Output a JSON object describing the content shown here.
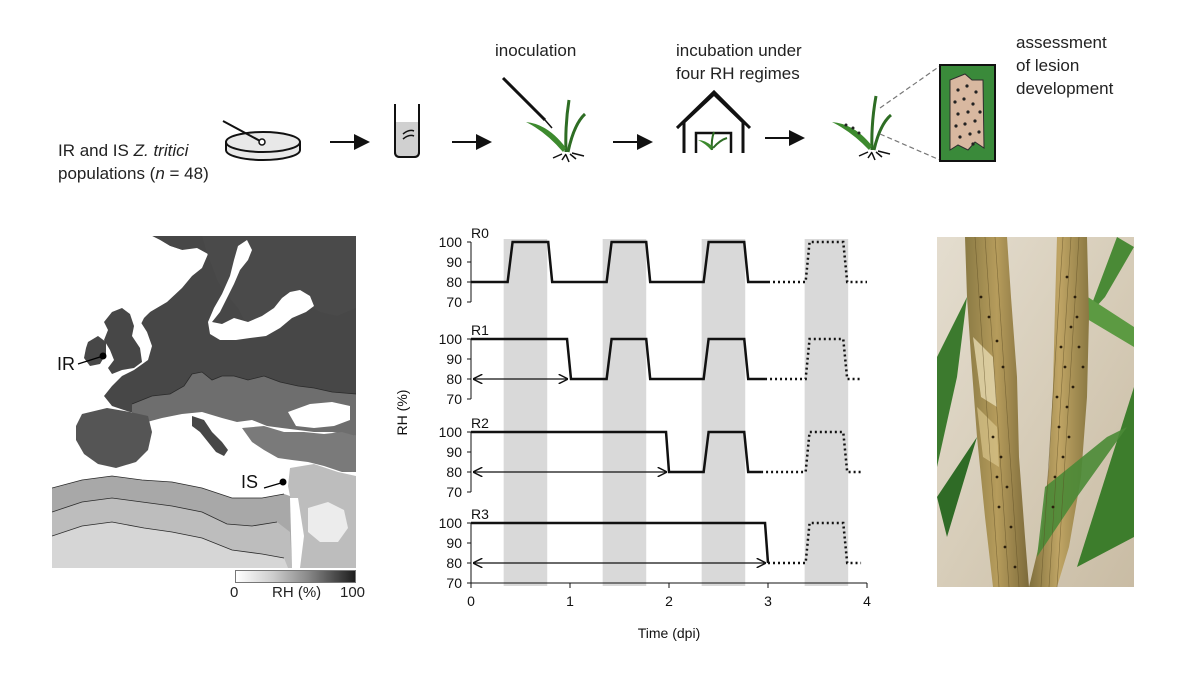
{
  "workflow": {
    "populations_line1_prefix": "IR and IS ",
    "populations_line1_italic": "Z. tritici",
    "populations_line2_prefix": "populations (",
    "populations_line2_italic": "n",
    "populations_line2_suffix": " = 48)",
    "inoculation": "inoculation",
    "incubation_line1": "incubation under",
    "incubation_line2": "four RH regimes",
    "assessment_line1": "assessment",
    "assessment_line2": "of lesion",
    "assessment_line3": "development"
  },
  "map": {
    "label_ir": "IR",
    "label_is": "IS",
    "scale_min": "0",
    "scale_label": "RH (%)",
    "scale_max": "100"
  },
  "chart_data": {
    "type": "line",
    "xlabel": "Time (dpi)",
    "ylabel": "RH (%)",
    "xlim": [
      0,
      4
    ],
    "x_ticks": [
      "0",
      "1",
      "2",
      "3",
      "4"
    ],
    "ylim": [
      70,
      100
    ],
    "y_ticks": [
      "100",
      "90",
      "80",
      "70"
    ],
    "shaded_periods": [
      [
        0.33,
        0.77
      ],
      [
        1.33,
        1.77
      ],
      [
        2.33,
        2.77
      ],
      [
        3.37,
        3.81
      ]
    ],
    "panels": [
      {
        "name": "R0",
        "solid": [
          [
            0,
            80
          ],
          [
            0.37,
            80
          ],
          [
            0.42,
            100
          ],
          [
            0.78,
            100
          ],
          [
            0.82,
            80
          ],
          [
            1.37,
            80
          ],
          [
            1.42,
            100
          ],
          [
            1.77,
            100
          ],
          [
            1.81,
            80
          ],
          [
            2.35,
            80
          ],
          [
            2.4,
            100
          ],
          [
            2.76,
            100
          ],
          [
            2.8,
            80
          ],
          [
            3.0,
            80
          ]
        ],
        "dotted": [
          [
            3.0,
            80
          ],
          [
            3.38,
            80
          ],
          [
            3.42,
            100
          ],
          [
            3.76,
            100
          ],
          [
            3.8,
            80
          ],
          [
            4.0,
            80
          ]
        ],
        "arrow": null
      },
      {
        "name": "R1",
        "solid": [
          [
            0,
            100
          ],
          [
            0.97,
            100
          ],
          [
            1.01,
            80
          ],
          [
            1.37,
            80
          ],
          [
            1.42,
            100
          ],
          [
            1.77,
            100
          ],
          [
            1.81,
            80
          ],
          [
            2.35,
            80
          ],
          [
            2.4,
            100
          ],
          [
            2.76,
            100
          ],
          [
            2.8,
            80
          ],
          [
            2.97,
            80
          ]
        ],
        "dotted": [
          [
            2.97,
            80
          ],
          [
            3.38,
            80
          ],
          [
            3.42,
            100
          ],
          [
            3.76,
            100
          ],
          [
            3.8,
            80
          ],
          [
            3.94,
            80
          ]
        ],
        "arrow": [
          0,
          1
        ]
      },
      {
        "name": "R2",
        "solid": [
          [
            0,
            100
          ],
          [
            1.97,
            100
          ],
          [
            2.0,
            80
          ],
          [
            2.35,
            80
          ],
          [
            2.4,
            100
          ],
          [
            2.76,
            100
          ],
          [
            2.8,
            80
          ],
          [
            2.93,
            80
          ]
        ],
        "dotted": [
          [
            2.93,
            80
          ],
          [
            3.38,
            80
          ],
          [
            3.42,
            100
          ],
          [
            3.76,
            100
          ],
          [
            3.8,
            80
          ],
          [
            3.94,
            80
          ]
        ],
        "arrow": [
          0,
          2
        ]
      },
      {
        "name": "R3",
        "solid": [
          [
            0,
            100
          ],
          [
            2.97,
            100
          ],
          [
            3.0,
            80
          ]
        ],
        "dotted": [
          [
            3.0,
            80
          ],
          [
            3.38,
            80
          ],
          [
            3.42,
            100
          ],
          [
            3.76,
            100
          ],
          [
            3.8,
            80
          ],
          [
            3.94,
            80
          ]
        ],
        "arrow": [
          0,
          3
        ]
      }
    ]
  },
  "colors": {
    "map_sea": "#ffffff",
    "map_dark": "#474747",
    "map_mid": "#6e6e6e",
    "map_light": "#a8a8a8",
    "map_pale": "#d6d6d6",
    "shade": "#d9d9d9",
    "leaf_green": "#3d8a2e",
    "lesion_bg": "#3a8a3a",
    "lesion_fill": "#d8b8a0"
  }
}
